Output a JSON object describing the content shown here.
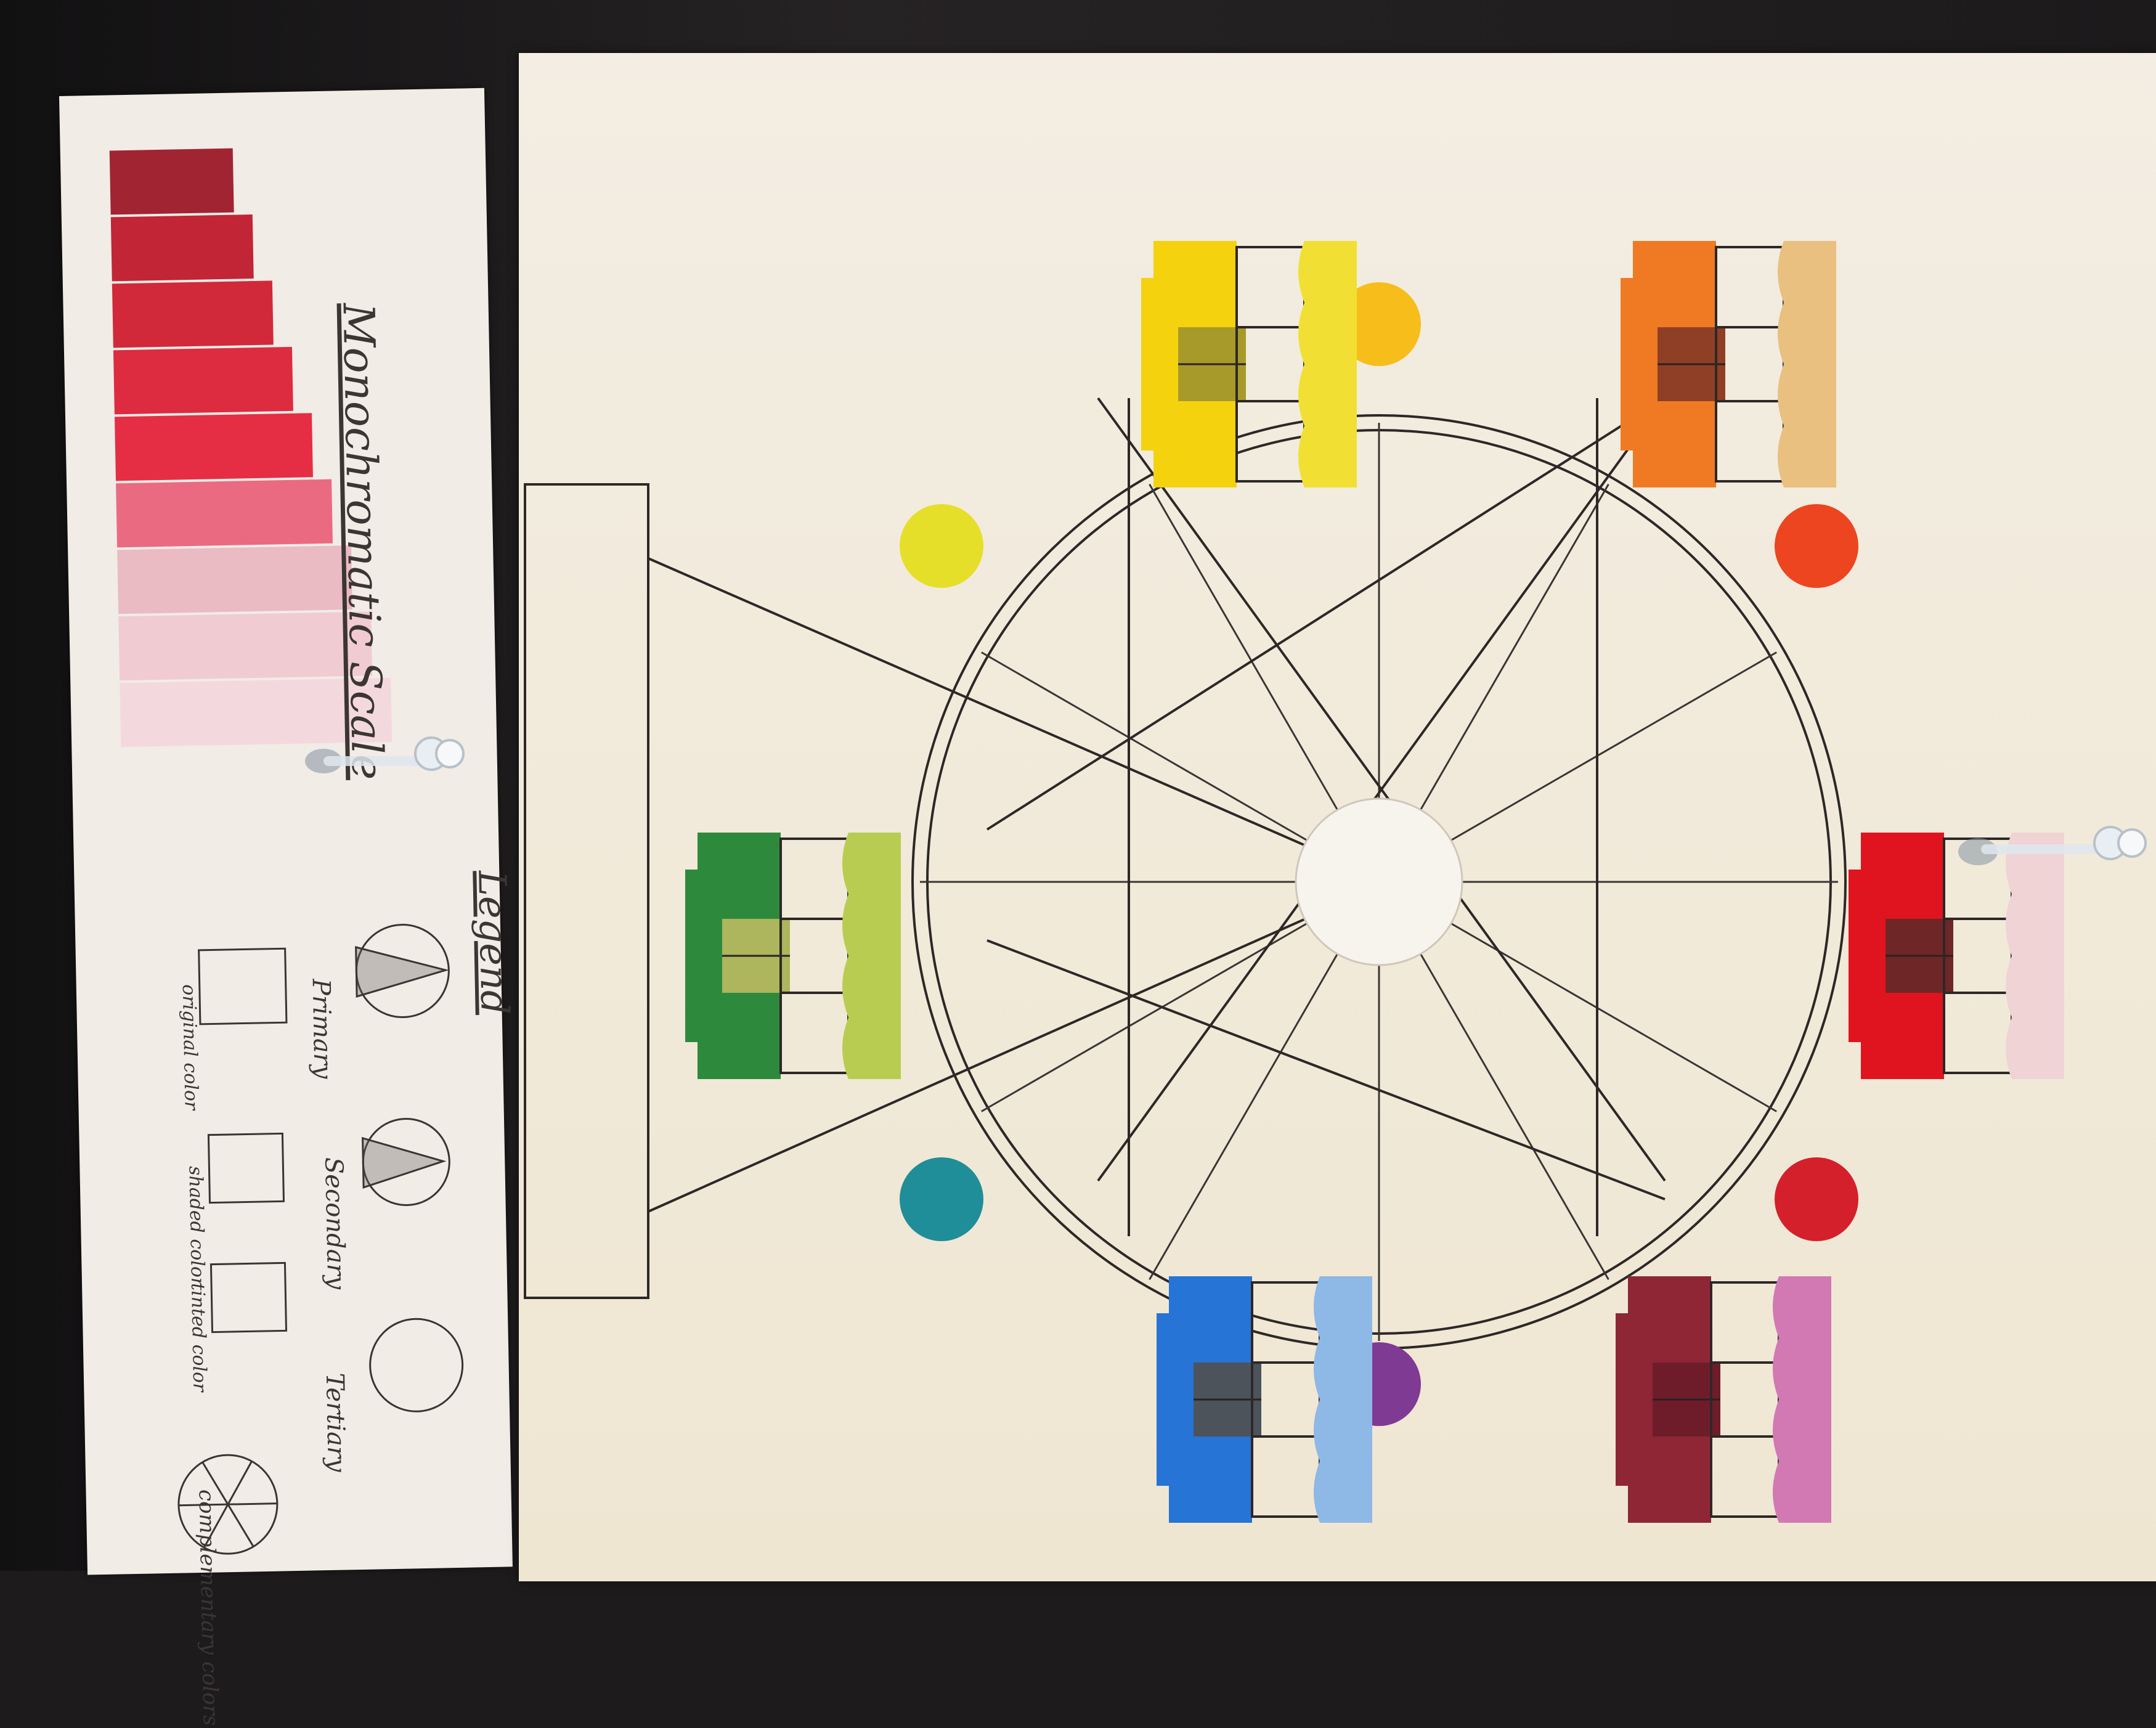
{
  "scale": {
    "title": "Monochromatic Scale",
    "swatches": [
      "#9b1423",
      "#bd1628",
      "#cf1a2c",
      "#db1c33",
      "#e41f36",
      "#e9607a",
      "#eab7c0",
      "#f0c9d0",
      "#f3d7dc"
    ]
  },
  "legend": {
    "title": "Legend",
    "captions": {
      "primary": "Primary",
      "secondary": "Secondary",
      "tertiary": "Tertiary",
      "original": "original color",
      "shaded": "shaded color",
      "tinted": "tinted color",
      "complementary": "complementary colors"
    }
  },
  "wheel": {
    "gondolas": [
      {
        "name": "yellow",
        "base": "#f5d20e",
        "shade": "#a89a2a",
        "tint": "#f1e033"
      },
      {
        "name": "orange",
        "base": "#f07a24",
        "shade": "#8f3f26",
        "tint": "#e9c07f"
      },
      {
        "name": "red",
        "base": "#e0141f",
        "shade": "#6e2626",
        "tint": "#efd3d5"
      },
      {
        "name": "red-violet",
        "base": "#8e2636",
        "shade": "#6f1c2a",
        "tint": "#d279b3"
      },
      {
        "name": "blue",
        "base": "#2574d6",
        "shade": "#4c535b",
        "tint": "#8eb8e6"
      },
      {
        "name": "green",
        "base": "#2d8a3c",
        "shade": "#adb55d",
        "tint": "#b9cc52"
      }
    ],
    "dots": [
      {
        "name": "yellow-orange",
        "color": "#f7bd1a"
      },
      {
        "name": "red-orange",
        "color": "#ec4520"
      },
      {
        "name": "red",
        "color": "#d4202a"
      },
      {
        "name": "violet",
        "color": "#7f3a93"
      },
      {
        "name": "blue-green",
        "color": "#1f8e98"
      },
      {
        "name": "yellow-green",
        "color": "#e6df2a"
      }
    ],
    "hub_color": "#f7f4ee"
  }
}
